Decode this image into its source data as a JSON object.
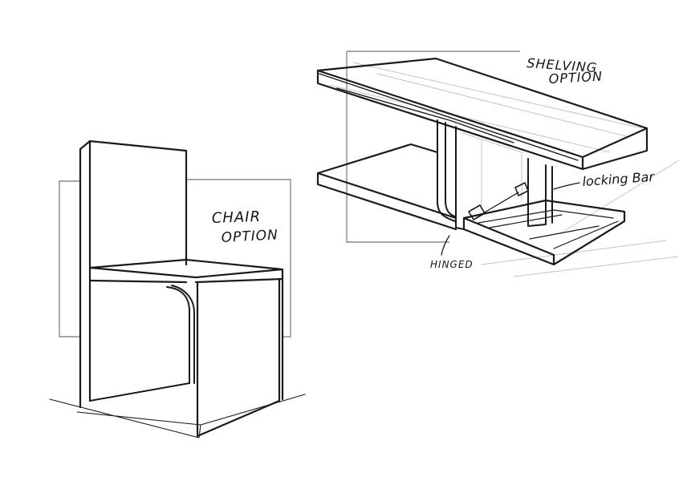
{
  "labels": {
    "shelving_title_line1": "SHELVING",
    "shelving_title_line2": "OPTION",
    "chair_title_line1": "CHAIR",
    "chair_title_line2": "OPTION",
    "locking_bar": "locking Bar",
    "hinged": "HINGED"
  },
  "colors": {
    "ink": "#1a1a1a",
    "guide": "#8a8a8a",
    "paper": "#ffffff"
  }
}
